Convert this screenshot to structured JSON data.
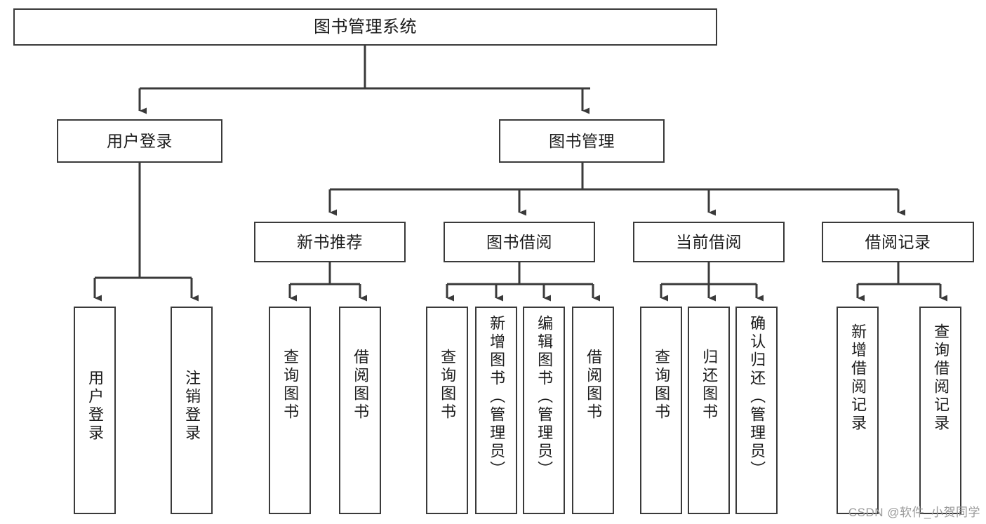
{
  "diagram": {
    "title": "图书管理系统",
    "type": "tree-hierarchy",
    "stroke_color": "#3a3a3a",
    "fill_color": "#ffffff",
    "text_color": "#1c1c1c"
  },
  "nodes": {
    "root": {
      "label": "图书管理系统",
      "level": 1
    },
    "login": {
      "label": "用户登录",
      "level": 2
    },
    "book_mgmt": {
      "label": "图书管理",
      "level": 2
    },
    "new_book_rec": {
      "label": "新书推荐",
      "level": 3
    },
    "book_borrow": {
      "label": "图书借阅",
      "level": 3
    },
    "current_borrow": {
      "label": "当前借阅",
      "level": 3
    },
    "borrow_record": {
      "label": "借阅记录",
      "level": 3
    },
    "leaf_user_login": {
      "label": "用户登录",
      "level": 4
    },
    "leaf_logout": {
      "label": "注销登录",
      "level": 4
    },
    "leaf_query_book_1": {
      "label": "查询图书",
      "level": 4
    },
    "leaf_borrow_book_1": {
      "label": "借阅图书",
      "level": 4
    },
    "leaf_query_book_2": {
      "label": "查询图书",
      "level": 4
    },
    "leaf_add_book": {
      "label": "新增图书（管理员）",
      "level": 4
    },
    "leaf_edit_book": {
      "label": "编辑图书（管理员）",
      "level": 4
    },
    "leaf_borrow_book_2": {
      "label": "借阅图书",
      "level": 4
    },
    "leaf_query_book_3": {
      "label": "查询图书",
      "level": 4
    },
    "leaf_return_book": {
      "label": "归还图书",
      "level": 4
    },
    "leaf_confirm_return": {
      "label": "确认归还（管理员）",
      "level": 4
    },
    "leaf_add_record": {
      "label": "新增借阅记录",
      "level": 4
    },
    "leaf_query_record": {
      "label": "查询借阅记录",
      "level": 4
    }
  },
  "watermark": {
    "text": "CSDN @软件_小贺同学"
  }
}
